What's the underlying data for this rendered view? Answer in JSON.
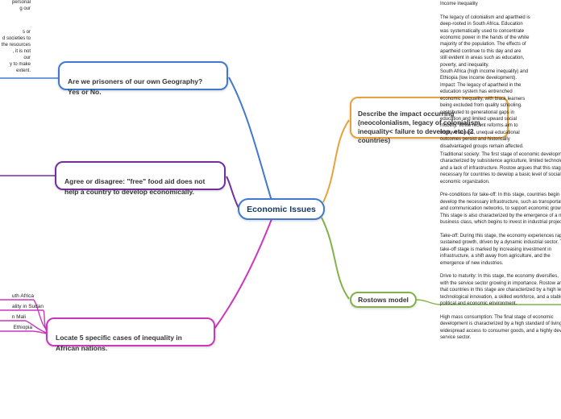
{
  "colors": {
    "blue": "#4179d0",
    "purple": "#7030a0",
    "magenta": "#cc37c1",
    "orange": "#e8a23c",
    "green": "#82b34a"
  },
  "center": {
    "label": "Economic Issues"
  },
  "branches": {
    "geography": {
      "label": "Are we prisoners of our own Geography?\nYes or No."
    },
    "food_aid": {
      "label": "Agree or disagree:  \"free\" food aid does not\nhelp a country to develop economically."
    },
    "inequality_cases": {
      "label": "Locate 5 specific cases of inequality in\nAfrican nations."
    },
    "impact": {
      "label": "Describe the impact occurring\n(neocolonialism, legacy of colonialism,\ninequality< failure to develop, etc) (2\ncountries)"
    },
    "rostow": {
      "label": "Rostows model"
    }
  },
  "left_fragments": {
    "top_note": "personal\ng our",
    "geography_note": "s or\nd societies to\nf the resources\n, it is not\nour\ny to make\nextent.",
    "africa_items": [
      "uth Africa",
      "ality in Sudan",
      "n Mali",
      "Ethiopia"
    ]
  },
  "right_texts": {
    "impact_note": "Income inequality\n\nThe legacy of colonialism and apartheid is\ndeep-rooted in South Africa. Education\nwas systematically used to concentrate\neconomic power in the hands of the white\nmajority of the population. The effects of\napartheid continue to this day and are\nstill evident in areas such as education,\npoverty, and inequality.\nSouth Africa (high income inequality) and\nEthiopia (low income development).\nImpact: The legacy of apartheid in the\neducation system has entrenched\neconomic inequality, with black learners\nbeing excluded from quality schooling.\ncontributed to generational gaps in\neducation and limited upward social\nmobility. While recent reforms aim to\nimprove access, unequal educational\noutcomes persist and historically\ndisadvantaged groups remain affected.",
    "rostow_note": "Traditional society: The first stage of economic development is\ncharacterized by subsistence agriculture, limited technology,\nand a lack of infrastructure. Rostow argues that this stage is\nnecessary for countries to develop a basic level of social and\neconomic organization.\n\nPre-conditions for take-off: In this stage, countries begin to\ndevelop the necessary infrastructure, such as transportation\nand communication networks, to support economic growth.\nThis stage is also characterized by the emergence of a new\nbusiness class, which begins to invest in industrial projects.\n\nTake-off: During this stage, the economy experiences rapid,\nsustained growth, driven by a dynamic industrial sector. The\ntake-off stage is marked by increasing investment in\ninfrastructure, a shift away from agriculture, and the\nemergence of new industries.\n\nDrive to maturity: In this stage, the economy diversifies,\nwith the service sector growing in importance. Rostow argues\nthat countries in this stage are characterized by a high level of\ntechnological innovation, a skilled workforce, and a stable\npolitical and economic environment.\n\nHigh mass consumption: The final stage of economic\ndevelopment is characterized by a high standard of living,\nwidespread access to consumer goods, and a highly developed\nservice sector."
  }
}
